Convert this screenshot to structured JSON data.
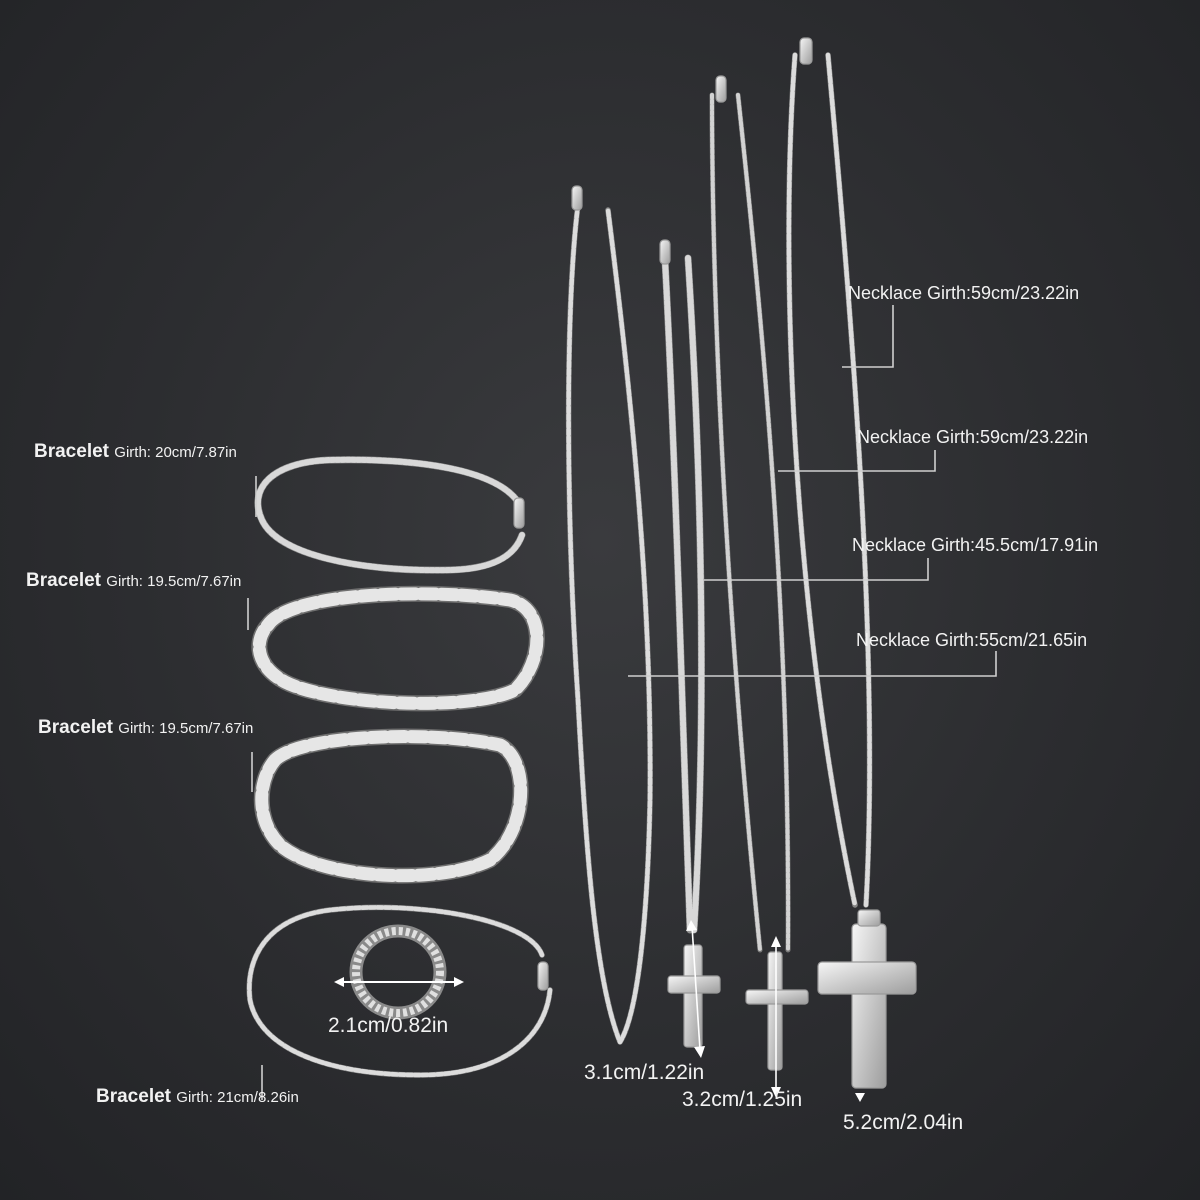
{
  "bracelets": [
    {
      "name": "Bracelet",
      "girth": "Girth: 20cm/7.87in"
    },
    {
      "name": "Bracelet",
      "girth": "Girth: 19.5cm/7.67in"
    },
    {
      "name": "Bracelet",
      "girth": "Girth: 19.5cm/7.67in"
    },
    {
      "name": "Bracelet",
      "girth": "Girth: 21cm/8.26in"
    }
  ],
  "ring": {
    "size": "2.1cm/0.82in"
  },
  "necklaces": [
    {
      "girth": "Necklace Girth:59cm/23.22in"
    },
    {
      "girth": "Necklace Girth:59cm/23.22in"
    },
    {
      "girth": "Necklace Girth:45.5cm/17.91in"
    },
    {
      "girth": "Necklace Girth:55cm/21.65in"
    }
  ],
  "pendants": [
    {
      "size": "3.1cm/1.22in"
    },
    {
      "size": "3.2cm/1.25in"
    },
    {
      "size": "5.2cm/2.04in"
    }
  ]
}
